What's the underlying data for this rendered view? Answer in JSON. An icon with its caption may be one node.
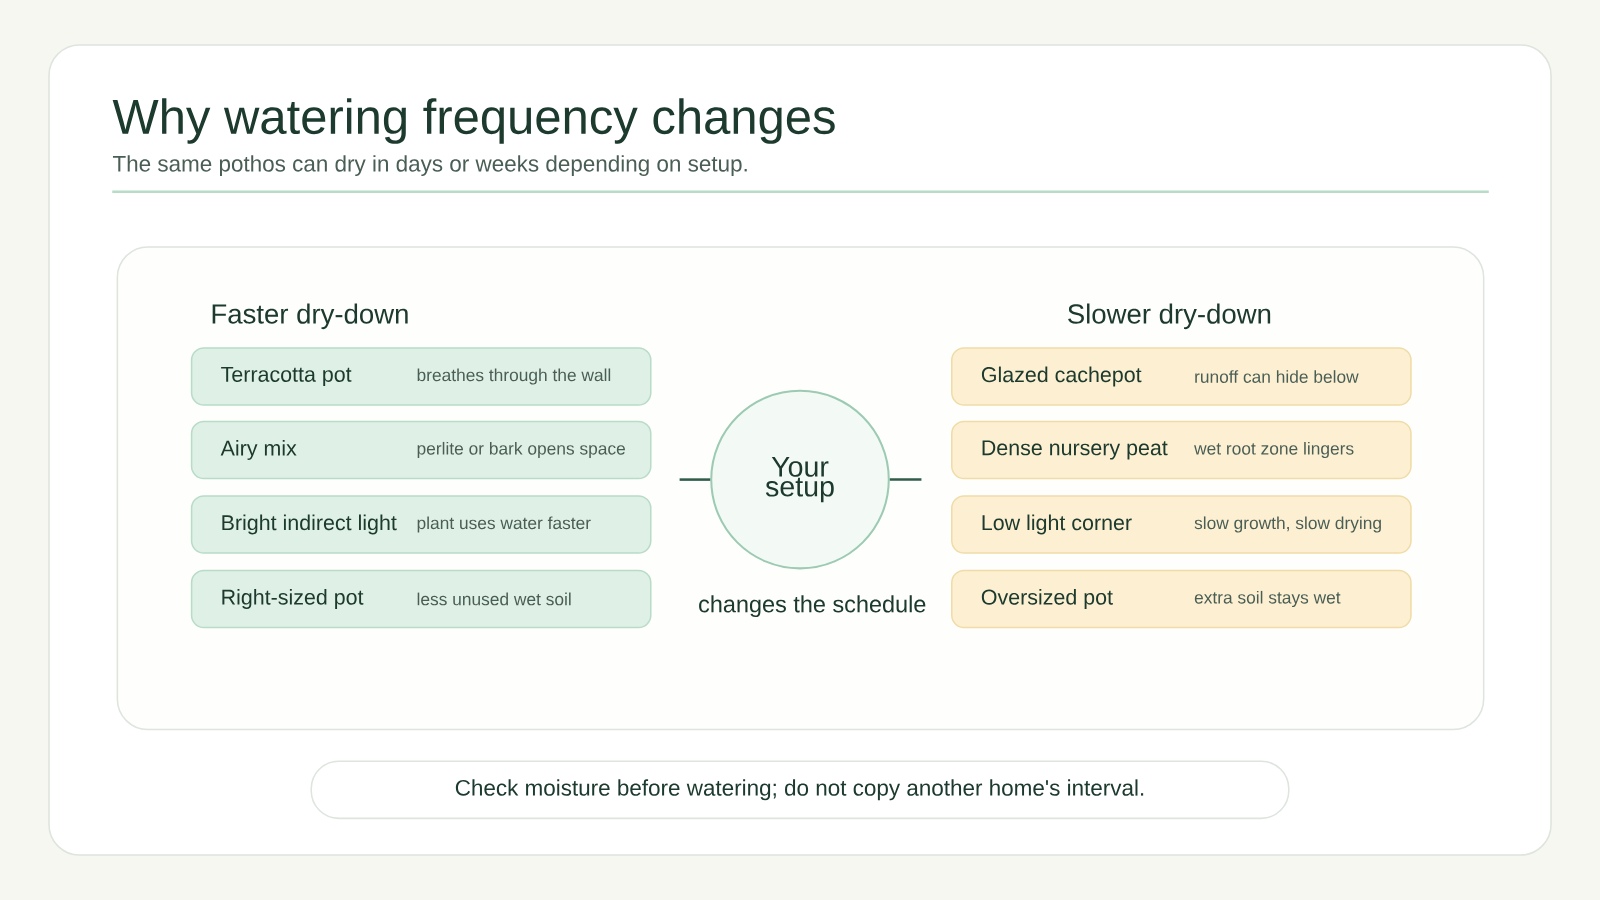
{
  "diagram": {
    "title": "Why watering frequency changes",
    "nodes": [
      {
        "text": [
          "Terracotta pot",
          "breathes through the wall"
        ]
      },
      {
        "text": [
          "Airy mix",
          "perlite or bark opens space"
        ]
      },
      {
        "text": [
          "Bright indirect light",
          "plant uses water faster"
        ]
      },
      {
        "text": [
          "Right-sized pot",
          "less unused wet soil"
        ]
      },
      {
        "text": [
          "Your setup"
        ],
        "beside": [
          "changes the schedule"
        ]
      },
      {
        "text": [
          "Glazed cachepot",
          "runoff can hide below"
        ]
      },
      {
        "text": [
          "Dense nursery peat",
          "wet root zone lingers"
        ]
      },
      {
        "text": [
          "Low light corner",
          "slow growth, slow drying"
        ]
      },
      {
        "text": [
          "Oversized pot",
          "extra soil stays wet"
        ]
      },
      {
        "text": [
          "Check moisture before watering; do not copy another home's interval."
        ]
      }
    ],
    "edges": [
      {
        "from": null,
        "to": 4,
        "arrow": "none"
      },
      {
        "from": null,
        "to": 4,
        "arrow": "none"
      }
    ],
    "labels": [
      "The same pothos can dry in days or weeks depending on setup.",
      "Faster dry-down",
      "Slower dry-down"
    ]
  }
}
